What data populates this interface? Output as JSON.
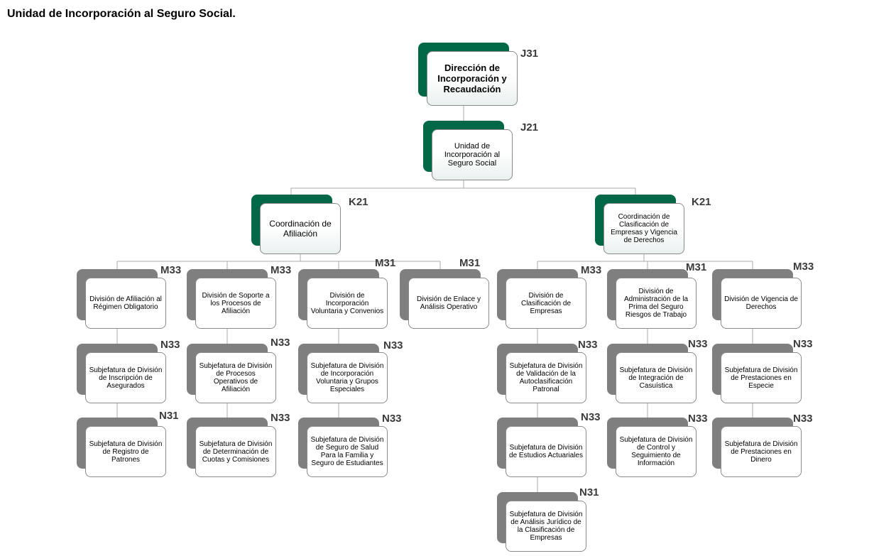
{
  "page": {
    "title": "Unidad de Incorporación al Seguro Social."
  },
  "colors": {
    "senior_shadow": "#006847",
    "unit_shadow": "#7f7f7f",
    "connector": "#a9a9a9"
  },
  "nodes": {
    "direccion": {
      "name": "Dirección de Incorporación y Recaudación",
      "code": "J31"
    },
    "unidad": {
      "name": "Unidad de Incorporación al Seguro Social",
      "code": "J21"
    },
    "coord_afiliacion": {
      "name": "Coordinación de Afiliación",
      "code": "K21"
    },
    "coord_clasificacion": {
      "name": "Coordinación de Clasificación de Empresas y Vigencia de Derechos",
      "code": "K21"
    },
    "div_afiliacion_regimen": {
      "name": "División de Afiliación al Régimen Obligatorio",
      "code": "M33"
    },
    "div_soporte_procesos": {
      "name": "División de Soporte a los Procesos de Afiliación",
      "code": "M33"
    },
    "div_incorporacion_voluntaria": {
      "name": "División de Incorporación Voluntaria y Convenios",
      "code": "M31"
    },
    "div_enlace_analisis": {
      "name": "División de Enlace y Análisis Operativo",
      "code": "M31"
    },
    "div_clasificacion_empresas": {
      "name": "División de Clasificación de Empresas",
      "code": "M33"
    },
    "div_administracion_prima": {
      "name": "División de Administración de la Prima del Seguro Riesgos de Trabajo",
      "code": "M31"
    },
    "div_vigencia_derechos": {
      "name": "División de Vigencia de Derechos",
      "code": "M33"
    },
    "sub_inscripcion_asegurados": {
      "name": "Subjefatura de División de Inscripción de Asegurados",
      "code": "N33"
    },
    "sub_registro_patrones": {
      "name": "Subjefatura de División de Registro de Patrones",
      "code": "N31"
    },
    "sub_procesos_operativos": {
      "name": "Subjefatura de División de Procesos Operativos de Afiliación",
      "code": "N33"
    },
    "sub_determinacion_cuotas": {
      "name": "Subjefatura de División de Determinación de Cuotas y Comisiones",
      "code": "N33"
    },
    "sub_incorporacion_grupos": {
      "name": "Subjefatura de División de Incorporación Voluntaria y Grupos Especiales",
      "code": "N33"
    },
    "sub_seguro_salud": {
      "name": "Subjefatura de División de Seguro de Salud Para la Familia y Seguro de Estudiantes",
      "code": "N33"
    },
    "sub_validacion_autoclasificacion": {
      "name": "Subjefatura de División de Validación de la Autoclasificación Patronal",
      "code": "N33"
    },
    "sub_estudios_actuariales": {
      "name": "Subjefatura de División de Estudios Actuariales",
      "code": "N33"
    },
    "sub_analisis_juridico": {
      "name": "Subjefatura de División de Análisis Jurídico de la Clasificación de Empresas",
      "code": "N31"
    },
    "sub_integracion_casuistica": {
      "name": "Subjefatura de División de Integración de Casuística",
      "code": "N33"
    },
    "sub_control_seguimiento": {
      "name": "Subjefatura de División de Control y Seguimiento de Información",
      "code": "N33"
    },
    "sub_prestaciones_especie": {
      "name": "Subjefatura de División de Prestaciones en Especie",
      "code": "N33"
    },
    "sub_prestaciones_dinero": {
      "name": "Subjefatura de División de Prestaciones en Dinero",
      "code": "N33"
    }
  }
}
